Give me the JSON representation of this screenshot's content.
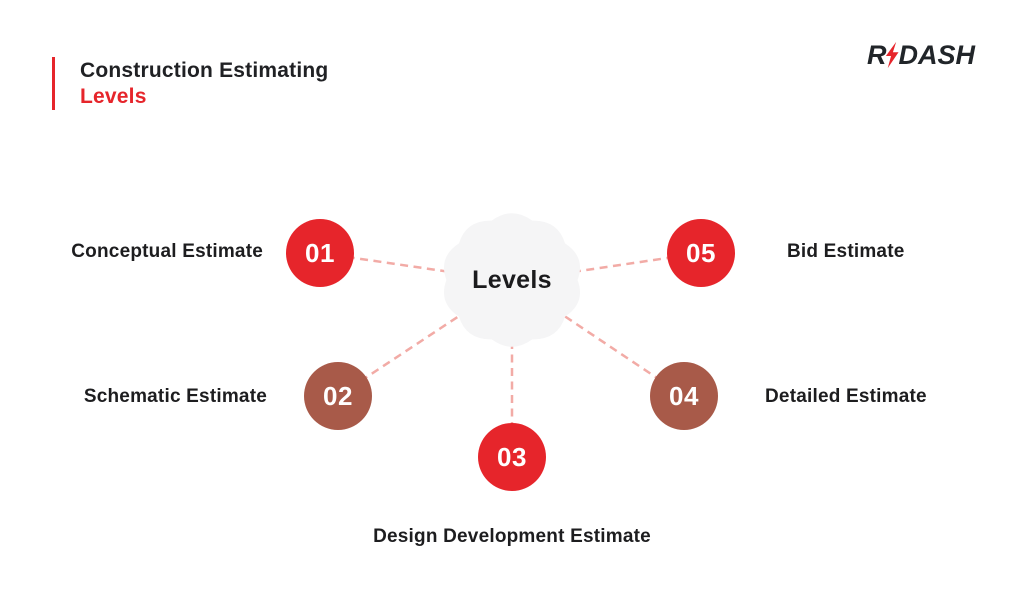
{
  "header": {
    "title_line1": "Construction Estimating",
    "title_line2": "Levels",
    "accent_color": "#e6252b"
  },
  "logo": {
    "part1": "R",
    "part2": "DASH",
    "bolt_icon_color": "#e6252b",
    "text_color": "#212529"
  },
  "diagram": {
    "center_label": "Levels",
    "center_fill": "#f5f5f6",
    "connector_color": "#f2aba6",
    "node_red": "#e6252b",
    "node_brown": "#a85a49",
    "nodes": [
      {
        "id": "01",
        "label": "Conceptual Estimate",
        "color": "#e6252b",
        "position": "left-top"
      },
      {
        "id": "02",
        "label": "Schematic Estimate",
        "color": "#a85a49",
        "position": "left-bottom"
      },
      {
        "id": "03",
        "label": "Design Development Estimate",
        "color": "#e6252b",
        "position": "bottom-center"
      },
      {
        "id": "04",
        "label": "Detailed Estimate",
        "color": "#a85a49",
        "position": "right-bottom"
      },
      {
        "id": "05",
        "label": "Bid Estimate",
        "color": "#e6252b",
        "position": "right-top"
      }
    ]
  }
}
